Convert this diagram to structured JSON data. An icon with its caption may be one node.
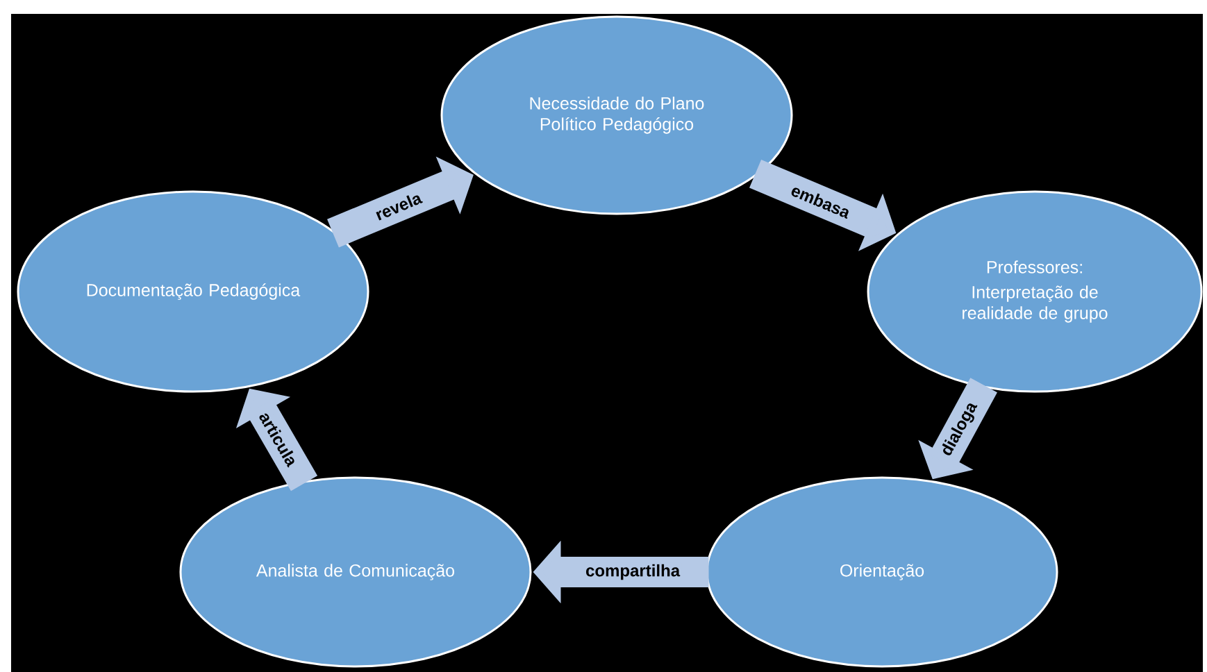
{
  "diagram": {
    "nodes": [
      {
        "text": [
          "Necessidade do Plano Político Pedagógico"
        ]
      },
      {
        "text": [
          "Professores:",
          "Interpretação de realidade de grupo"
        ]
      },
      {
        "text": [
          "Orientação"
        ]
      },
      {
        "text": [
          "Analista de Comunicação"
        ]
      },
      {
        "text": [
          "Documentação Pedagógica"
        ]
      }
    ],
    "edges": [
      {
        "from": 4,
        "to": 0,
        "arrow": "to",
        "label": "revela"
      },
      {
        "from": 0,
        "to": 1,
        "arrow": "to",
        "label": "embasa"
      },
      {
        "from": 1,
        "to": 2,
        "arrow": "to",
        "label": "dialoga"
      },
      {
        "from": 2,
        "to": 3,
        "arrow": "to",
        "label": "compartilha"
      },
      {
        "from": 3,
        "to": 4,
        "arrow": "to",
        "label": "articula"
      }
    ]
  }
}
